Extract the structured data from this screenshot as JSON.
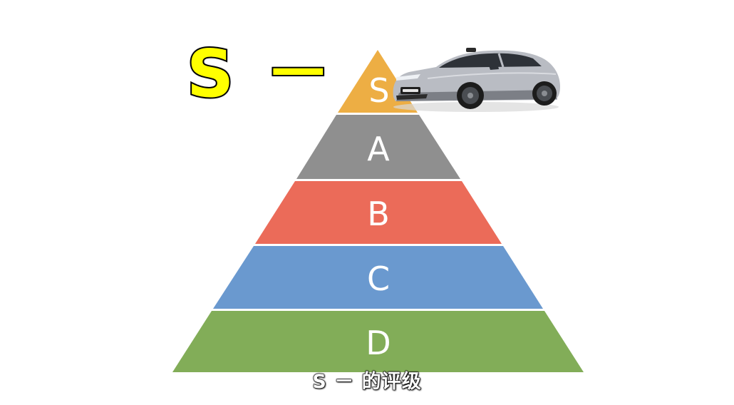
{
  "heading": "S －",
  "subtitle": "S － 的评级",
  "tiers": [
    {
      "label": "S",
      "color": "#EDAE44"
    },
    {
      "label": "A",
      "color": "#8F8F8F"
    },
    {
      "label": "B",
      "color": "#EB6B59"
    },
    {
      "label": "C",
      "color": "#6A99CF"
    },
    {
      "label": "D",
      "color": "#82AD58"
    }
  ],
  "car": {
    "icon": "car-image",
    "body_color": "#B9BCC3"
  }
}
